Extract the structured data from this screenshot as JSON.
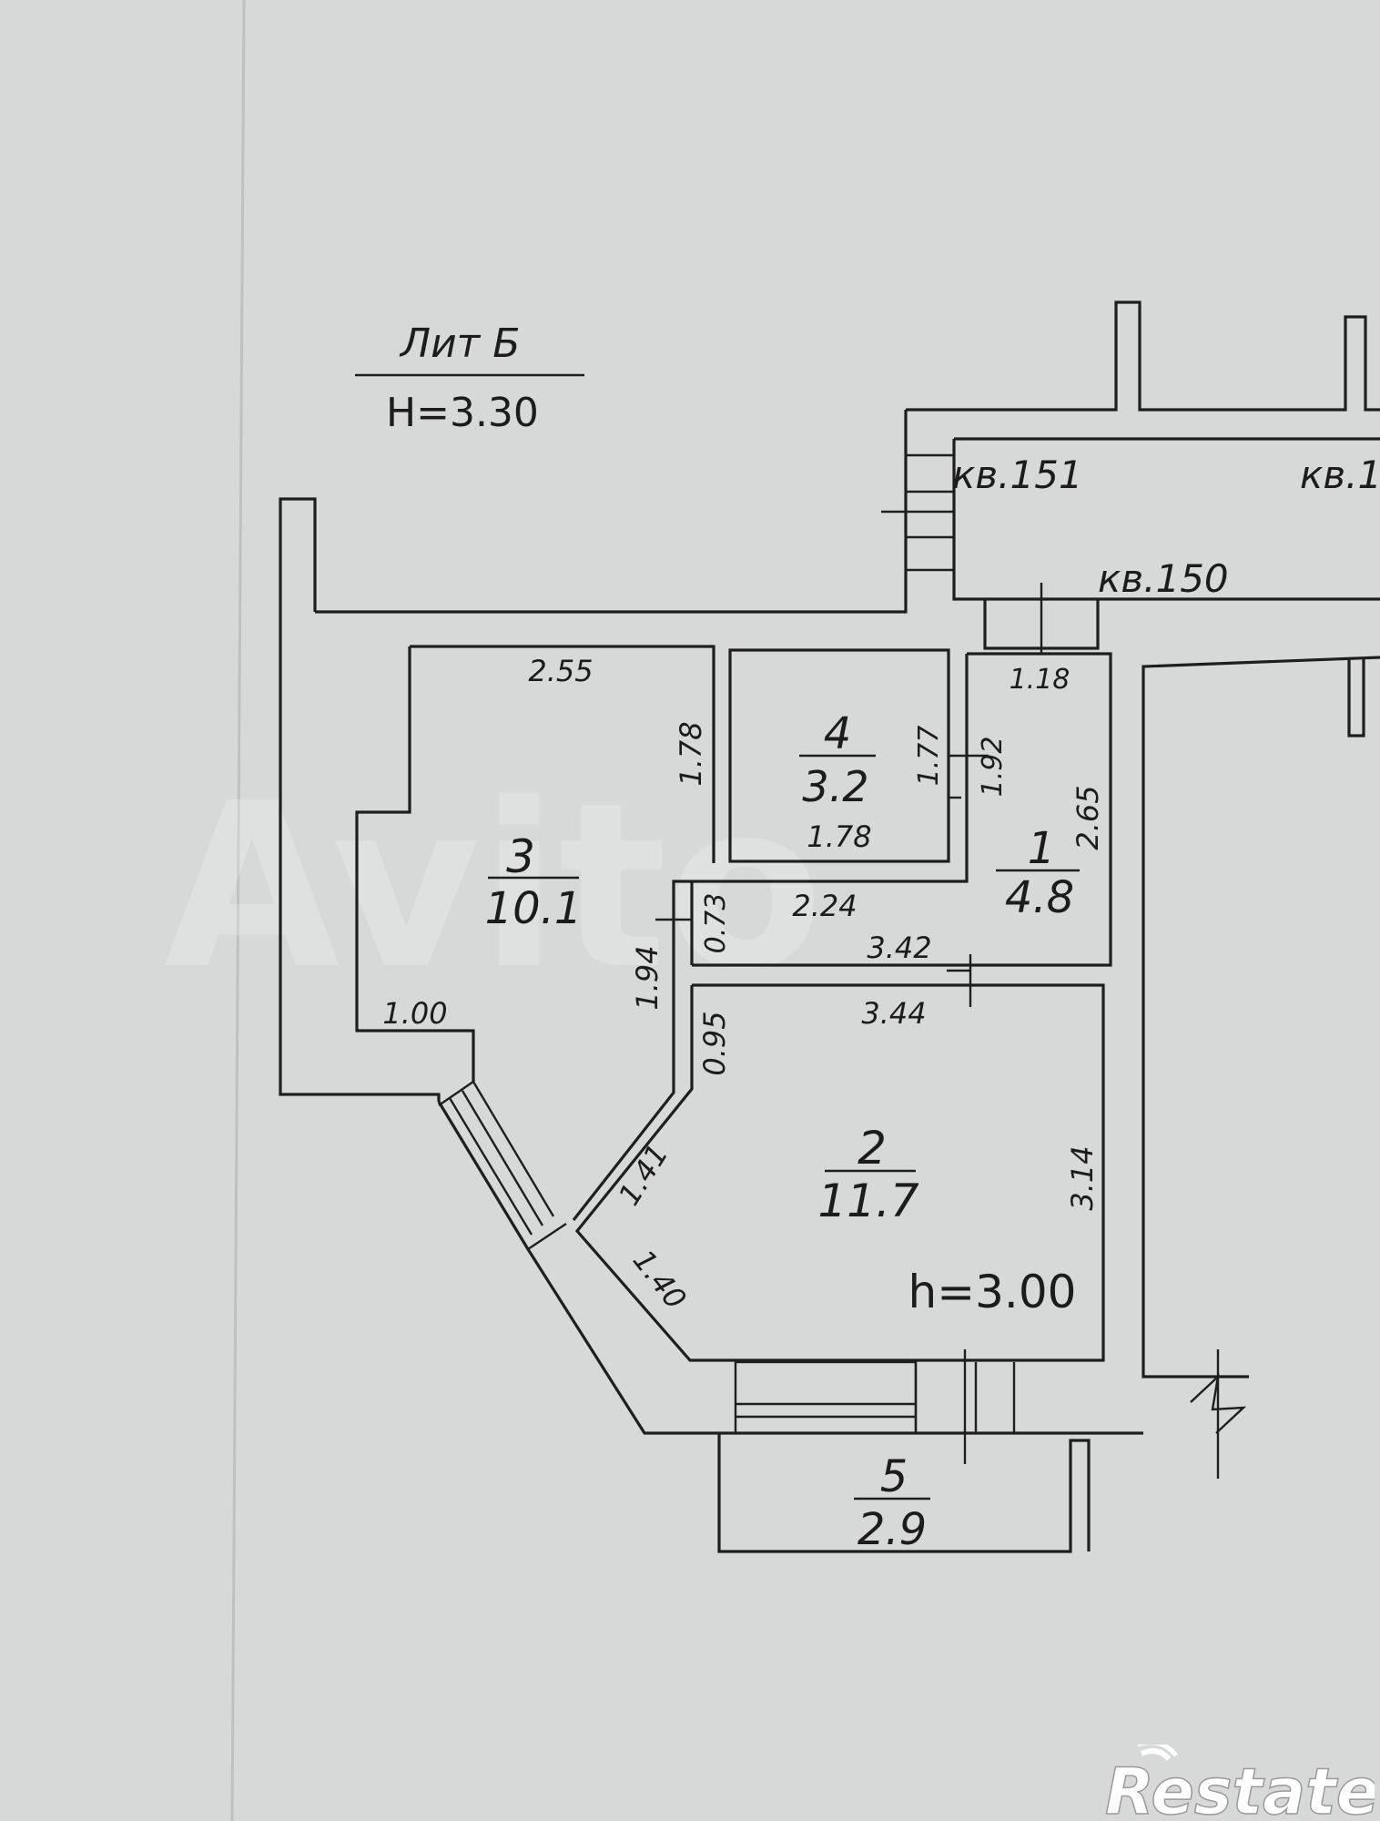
{
  "header": {
    "lit": "Лит Б",
    "height": "H=3.30"
  },
  "apartments": [
    "кв.151",
    "кв.1",
    "кв.150"
  ],
  "rooms": [
    {
      "num": "1",
      "area": "4.8"
    },
    {
      "num": "2",
      "area": "11.7"
    },
    {
      "num": "3",
      "area": "10.1"
    },
    {
      "num": "4",
      "area": "3.2"
    },
    {
      "num": "5",
      "area": "2.9"
    }
  ],
  "room_height": "h=3.00",
  "dimensions": {
    "d255": "2.55",
    "d178a": "1.78",
    "d177": "1.77",
    "d192": "1.92",
    "d178b": "1.78",
    "d118": "1.18",
    "d265": "2.65",
    "d073": "0.73",
    "d224": "2.24",
    "d342": "3.42",
    "d344": "3.44",
    "d194": "1.94",
    "d100": "1.00",
    "d095": "0.95",
    "d141": "1.41",
    "d140": "1.40",
    "d314": "3.14"
  },
  "watermarks": {
    "avito": "Avito",
    "restate": "Restate"
  }
}
